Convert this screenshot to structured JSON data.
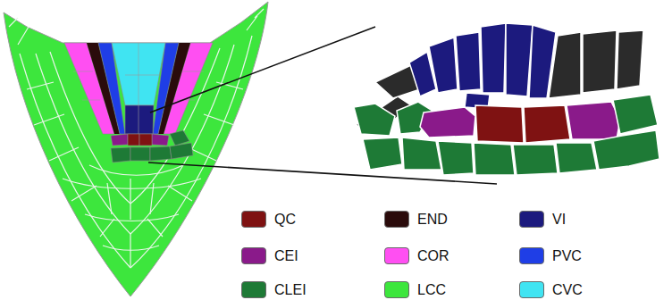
{
  "diagram": {
    "legend": [
      {
        "text": "QC",
        "color": "#7f1212"
      },
      {
        "text": "END",
        "color": "#2a0b0b"
      },
      {
        "text": "VI",
        "color": "#1c1a7e"
      },
      {
        "text": "CEI",
        "color": "#8a1a8a"
      },
      {
        "text": "COR",
        "color": "#ff4ff2"
      },
      {
        "text": "PVC",
        "color": "#1f3ee6"
      },
      {
        "text": "CLEI",
        "color": "#1e7a36"
      },
      {
        "text": "LCC",
        "color": "#3de63d"
      },
      {
        "text": "CVC",
        "color": "#40e4f2"
      }
    ]
  }
}
